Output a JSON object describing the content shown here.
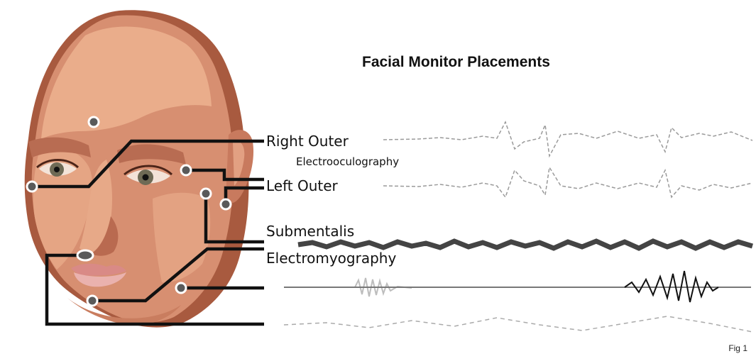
{
  "figure": {
    "title": "Facial Monitor Placements",
    "labels": {
      "right_outer": "Right Outer",
      "electrooculography": "Electrooculography",
      "left_outer": "Left Outer",
      "submentalis": "Submentalis",
      "electromyography": "Electromyography"
    },
    "caption": "Fig 1"
  },
  "colors": {
    "skin_light": "#e9a986",
    "skin_mid": "#d98e70",
    "skin_dark": "#b9694f",
    "skin_shadow": "#8f4a36",
    "lips": "#e8a6a4",
    "lead_line": "#111111",
    "electrode": "#555555"
  }
}
